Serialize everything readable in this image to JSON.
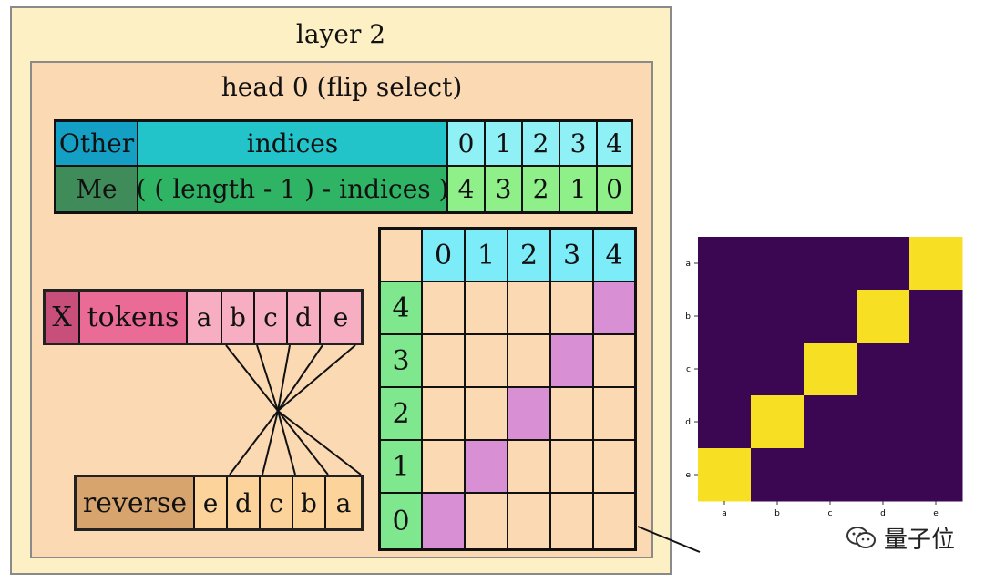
{
  "layer_title": "layer 2",
  "head_title": "head 0 (flip select)",
  "selector": {
    "other_label": "Other",
    "other_expr": "indices",
    "other_values": [
      "0",
      "1",
      "2",
      "3",
      "4"
    ],
    "me_label": "Me",
    "me_expr": "( ( length - 1 ) - indices )",
    "me_values": [
      "4",
      "3",
      "2",
      "1",
      "0"
    ]
  },
  "matrix": {
    "col_headers": [
      "0",
      "1",
      "2",
      "3",
      "4"
    ],
    "row_headers": [
      "4",
      "3",
      "2",
      "1",
      "0"
    ],
    "selected": [
      [
        0,
        4
      ],
      [
        1,
        3
      ],
      [
        2,
        2
      ],
      [
        3,
        1
      ],
      [
        4,
        0
      ]
    ]
  },
  "input_row": {
    "label": "X",
    "name": "tokens",
    "values": [
      "a",
      "b",
      "c",
      "d",
      "e"
    ]
  },
  "output_row": {
    "label": "reverse",
    "values": [
      "e",
      "d",
      "c",
      "b",
      "a"
    ]
  },
  "heatmap": {
    "x_labels": [
      "a",
      "b",
      "c",
      "d",
      "e"
    ],
    "y_labels": [
      "a",
      "b",
      "c",
      "d",
      "e"
    ],
    "matrix": [
      [
        0,
        0,
        0,
        0,
        1
      ],
      [
        0,
        0,
        0,
        1,
        0
      ],
      [
        0,
        0,
        1,
        0,
        0
      ],
      [
        0,
        1,
        0,
        0,
        0
      ],
      [
        1,
        0,
        0,
        0,
        0
      ]
    ],
    "colors": {
      "off": "#3b0753",
      "on": "#f7e024"
    }
  },
  "watermark": "量子位",
  "colors": {
    "other_label": "#14a0c4",
    "other_expr": "#22c3c9",
    "other_vals": "#8ff0f5",
    "me_label": "#3f8b59",
    "me_expr": "#2fb364",
    "me_vals": "#8ff08a",
    "matrix_header_top": "#7cecf8",
    "matrix_header_left": "#7fe88f",
    "selected_cell": "#d98fd4",
    "x_label": "#c94f7b",
    "tokens_label": "#ea6b95",
    "token_vals": "#f7aec2",
    "reverse_label": "#d6a46c",
    "reverse_vals": "#fcd39a"
  }
}
